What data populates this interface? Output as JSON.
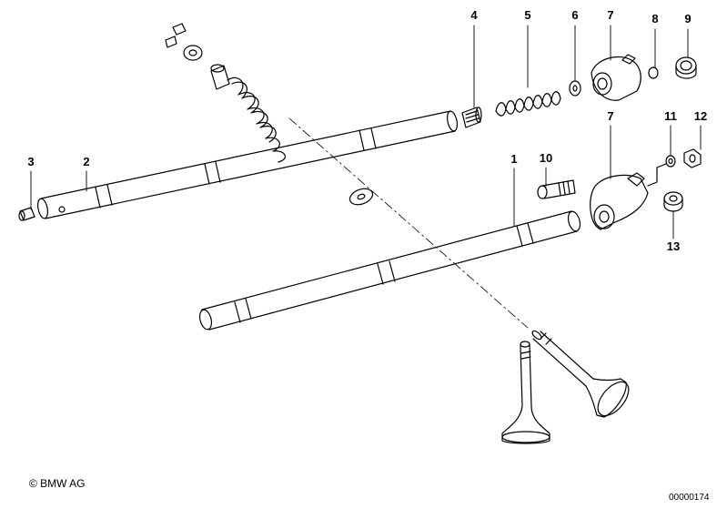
{
  "callouts": [
    "1",
    "2",
    "3",
    "4",
    "5",
    "6",
    "7",
    "7",
    "8",
    "9",
    "10",
    "11",
    "12",
    "13"
  ],
  "footer": {
    "copyright": "© BMW AG",
    "doc_number": "00000174"
  }
}
